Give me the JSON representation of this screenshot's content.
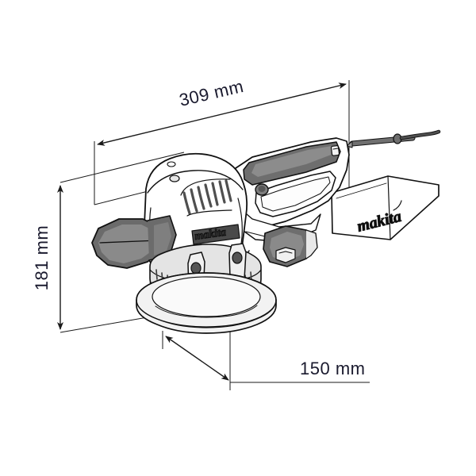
{
  "drawing": {
    "title": "Makita Random Orbit Sander Dimension Drawing",
    "background_color": "#ffffff",
    "line_color": "#1a1a1a",
    "text_color": "#1a1a2e"
  },
  "dimensions": {
    "length": {
      "value": "309 mm",
      "name": "overall-length",
      "orientation": "horizontal-tilted"
    },
    "height": {
      "value": "181 mm",
      "name": "overall-height",
      "orientation": "vertical"
    },
    "pad_diameter": {
      "value": "150 mm",
      "name": "pad-diameter",
      "orientation": "horizontal"
    }
  },
  "branding": {
    "dust_bag_logo": "makita",
    "body_nameplate": "makita"
  },
  "tool": {
    "name": "random-orbit-sander",
    "parts": [
      {
        "key": "motor-housing",
        "label": "Motor housing",
        "color": "#ffffff"
      },
      {
        "key": "vent-slots",
        "label": "Ventilation slots",
        "color": "#5a5a5a"
      },
      {
        "key": "front-knob",
        "label": "Front grip knob",
        "color": "#6e6e6e"
      },
      {
        "key": "top-handle",
        "label": "Top handle grip",
        "color": "#6e6e6e"
      },
      {
        "key": "switch",
        "label": "Speed control switch",
        "color": "#6e6e6e"
      },
      {
        "key": "sanding-pad",
        "label": "Sanding pad",
        "color": "#f2f2f2"
      },
      {
        "key": "pad-shroud",
        "label": "Pad shroud",
        "color": "#e2e2e2"
      },
      {
        "key": "dust-bag",
        "label": "Dust bag",
        "color": "#ffffff"
      },
      {
        "key": "power-cord",
        "label": "Power cord",
        "color": "#5c5c5c"
      }
    ]
  },
  "palette": {
    "outline": "#111111",
    "dark_gray": "#6b6b6b",
    "mid_gray": "#8f8f8f",
    "light_gray": "#d8d8d8",
    "pale_gray": "#efefef",
    "vent_gray": "#4f4f4f",
    "white": "#ffffff"
  }
}
